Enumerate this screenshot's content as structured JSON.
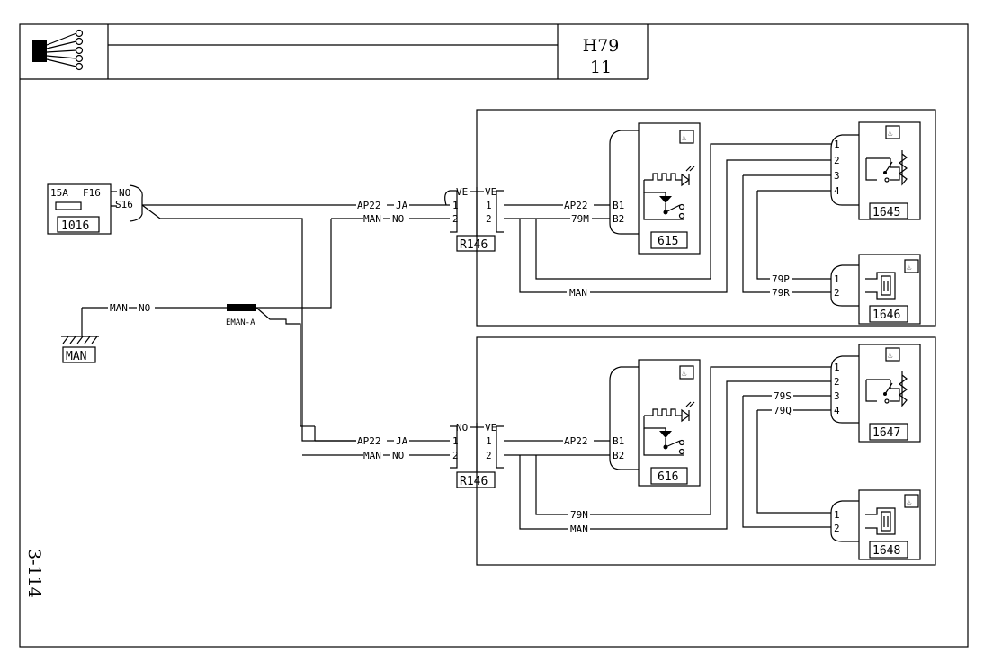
{
  "header": {
    "code": "H79",
    "sub": "11"
  },
  "page_ref": "3-114",
  "ground": {
    "label": "MAN",
    "wire": "MAN",
    "wire_color": "NO"
  },
  "splice": {
    "label": "EMAN-A"
  },
  "fuse": {
    "rating": "15A",
    "id": "F16",
    "pin_label": "S16",
    "pin_color": "NO",
    "component": "1016"
  },
  "connectors": [
    {
      "name": "R146",
      "left_color": "VE",
      "right_color": "VE",
      "in_wires": [
        {
          "wire": "AP22",
          "color": "JA",
          "pin": "1"
        },
        {
          "wire": "MAN",
          "color": "NO",
          "pin": "2"
        }
      ],
      "out_pins": [
        "1",
        "2"
      ]
    },
    {
      "name": "R146",
      "left_color": "NO",
      "right_color": "VE",
      "in_wires": [
        {
          "wire": "AP22",
          "color": "JA",
          "pin": "1"
        },
        {
          "wire": "MAN",
          "color": "NO",
          "pin": "2"
        }
      ],
      "out_pins": [
        "1",
        "2"
      ]
    }
  ],
  "switches": [
    {
      "component": "615",
      "pins": [
        "B1",
        "B2"
      ],
      "wires": [
        "AP22",
        "79M"
      ],
      "icon": "seat-heater-icon"
    },
    {
      "component": "616",
      "pins": [
        "B1",
        "B2"
      ],
      "wires": [
        "AP22"
      ],
      "icon": "seat-heater-icon"
    }
  ],
  "heaters": [
    {
      "component": "1645",
      "pins": [
        "1",
        "2",
        "3",
        "4"
      ],
      "icon": "seat-heater-icon"
    },
    {
      "component": "1646",
      "pins": [
        "1",
        "2"
      ],
      "wires": [
        "79P",
        "79R"
      ],
      "icon": "seat-heater-icon"
    },
    {
      "component": "1647",
      "pins": [
        "1",
        "2",
        "3",
        "4"
      ],
      "wires": [
        "79S",
        "79Q"
      ],
      "icon": "seat-heater-icon"
    },
    {
      "component": "1648",
      "pins": [
        "1",
        "2"
      ],
      "icon": "seat-heater-icon"
    }
  ],
  "lower_wires": {
    "a": "79N",
    "b": "MAN"
  },
  "upper_return": "MAN"
}
